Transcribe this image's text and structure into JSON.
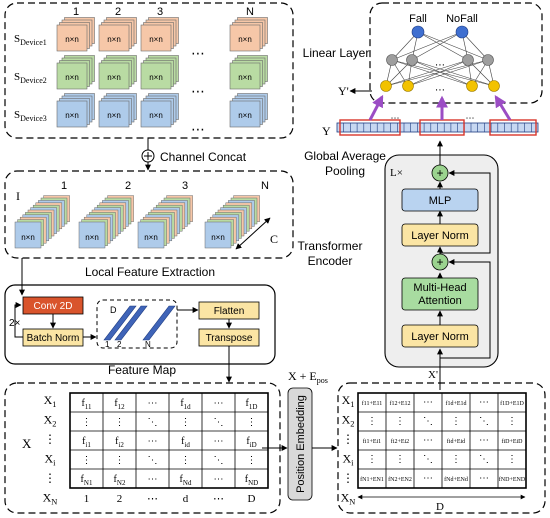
{
  "devices": {
    "rows": [
      "S",
      "S",
      "S"
    ],
    "row_subs": [
      "Device1",
      "Device2",
      "Device3"
    ],
    "col_labels": [
      "1",
      "2",
      "3",
      "N"
    ],
    "cube_label": "n×n",
    "dots": "⋯",
    "colors": {
      "device1": "#f6c7a8",
      "device2": "#b9dba3",
      "device3": "#aecbea"
    }
  },
  "concat": {
    "symbol": "⊕",
    "label": "Channel Concat"
  },
  "stack": {
    "row_label": "I",
    "col_labels": [
      "1",
      "2",
      "3",
      "N"
    ],
    "cube_label": "n×n",
    "depth_label": "C",
    "dots": "⋯"
  },
  "local_feature": {
    "title": "Local Feature Extraction",
    "repeat": "2×",
    "conv": "Conv 2D",
    "batch_norm": "Batch Norm",
    "flatten": "Flatten",
    "transpose": "Transpose",
    "plane_labels": [
      "D",
      "1",
      "2",
      "N"
    ],
    "colors": {
      "conv": "#d9542c",
      "box": "#fbe5a4",
      "plane": "#3f64b8"
    }
  },
  "feature_map": {
    "title": "Feature Map",
    "x_label": "X",
    "row_labels": [
      "X",
      "X",
      "⋮",
      "X",
      "⋮",
      "X"
    ],
    "row_subs": [
      "1",
      "2",
      "",
      "i",
      "",
      "N"
    ],
    "cells": [
      [
        "f",
        "f",
        "⋯",
        "f",
        "⋯",
        "f"
      ],
      [
        "⋮",
        "⋮",
        "⋱",
        "⋮",
        "⋱",
        "⋮"
      ],
      [
        "f",
        "f",
        "⋯",
        "f",
        "⋯",
        "f"
      ],
      [
        "⋮",
        "⋮",
        "⋱",
        "⋮",
        "⋱",
        "⋮"
      ],
      [
        "f",
        "f",
        "⋯",
        "f",
        "⋯",
        "f"
      ]
    ],
    "cell_subs": [
      [
        "11",
        "12",
        "",
        "1d",
        "",
        "1D"
      ],
      [
        "",
        "",
        "",
        "",
        "",
        ""
      ],
      [
        "i1",
        "i2",
        "",
        "id",
        "",
        "iD"
      ],
      [
        "",
        "",
        "",
        "",
        "",
        ""
      ],
      [
        "N1",
        "N2",
        "",
        "Nd",
        "",
        "ND"
      ]
    ],
    "col_labels": [
      "1",
      "2",
      "⋯",
      "d",
      "⋯",
      "D"
    ]
  },
  "position": {
    "label": "Position Embedding",
    "formula_main": "X + E",
    "formula_sub": "pos"
  },
  "embedded": {
    "row_labels": [
      "X",
      "X",
      "⋮",
      "X",
      "⋮",
      "X"
    ],
    "row_subs": [
      "1",
      "2",
      "",
      "i",
      "",
      "N"
    ],
    "cells": [
      [
        "f11+E11",
        "f12+E12",
        "⋯",
        "f1d+E1d",
        "⋯",
        "f1D+E1D"
      ],
      [
        "⋮",
        "⋮",
        "⋱",
        "⋮",
        "⋱",
        "⋮"
      ],
      [
        "fi1+Ei1",
        "fi2+Ei2",
        "⋯",
        "fid+Eid",
        "⋯",
        "fiD+EiD"
      ],
      [
        "⋮",
        "⋮",
        "⋱",
        "⋮",
        "⋱",
        "⋮"
      ],
      [
        "fN1+EN1",
        "fN2+EN2",
        "⋯",
        "fNd+ENd",
        "⋯",
        "fND+END"
      ]
    ],
    "dim_label": "D"
  },
  "transformer": {
    "title_line1": "Transformer",
    "title_line2": "Encoder",
    "repeat": "L×",
    "mlp": "MLP",
    "layer_norm": "Layer Norm",
    "attention_line1": "Multi-Head",
    "attention_line2": "Attention",
    "input_label": "X'",
    "plus": "+",
    "colors": {
      "mlp": "#b9d3f0",
      "norm": "#fbe5a4",
      "attention": "#a8dca0",
      "add": "#9bd38f"
    }
  },
  "pooling": {
    "label_line1": "Global Average",
    "label_line2": "Pooling",
    "y_label": "Y",
    "dots": "⋯"
  },
  "linear": {
    "label": "Linear Layer",
    "output_label": "Y'",
    "classes": [
      "Fall",
      "NoFall"
    ],
    "dots": "⋯",
    "colors": {
      "output": "#3f6fd0",
      "hidden": "#9e9e9e",
      "input": "#f2c200",
      "arrow": "#9b4dc4",
      "highlight": "#d9362b"
    }
  }
}
